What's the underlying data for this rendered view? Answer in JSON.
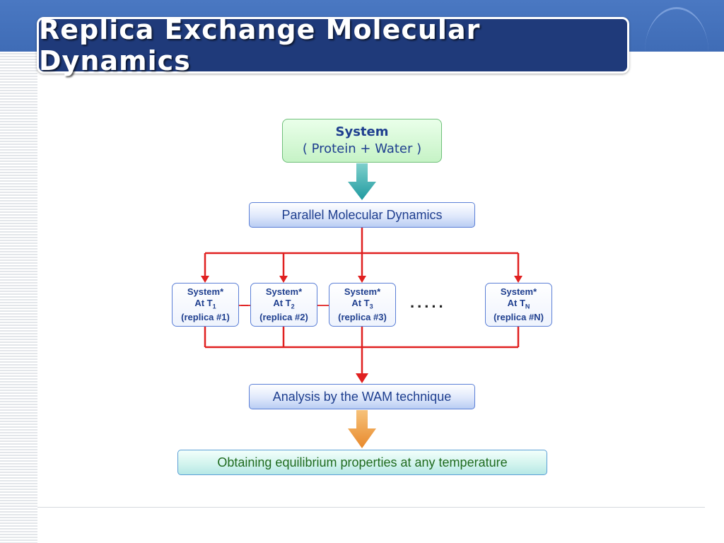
{
  "slide": {
    "title": "Replica Exchange Molecular Dynamics"
  },
  "diagram": {
    "system": {
      "line1": "System",
      "line2": "( Protein + Water )"
    },
    "parallel_md": "Parallel Molecular Dynamics",
    "replicas": [
      {
        "line1": "System*",
        "at": "At T",
        "sub": "1",
        "line3": "(replica #1)"
      },
      {
        "line1": "System*",
        "at": "At T",
        "sub": "2",
        "line3": "(replica #2)"
      },
      {
        "line1": "System*",
        "at": "At T",
        "sub": "3",
        "line3": "(replica #3)"
      },
      {
        "line1": "System*",
        "at": "At T",
        "sub": "N",
        "line3": "(replica #N)"
      }
    ],
    "ellipsis": ".....",
    "analysis": "Analysis by the WAM technique",
    "result": "Obtaining equilibrium properties at any temperature"
  },
  "colors": {
    "title_bg": "#1f3a7a",
    "connector_red": "#e02020",
    "arrow_teal": "#2aa5a8",
    "arrow_orange": "#f0a04a"
  }
}
